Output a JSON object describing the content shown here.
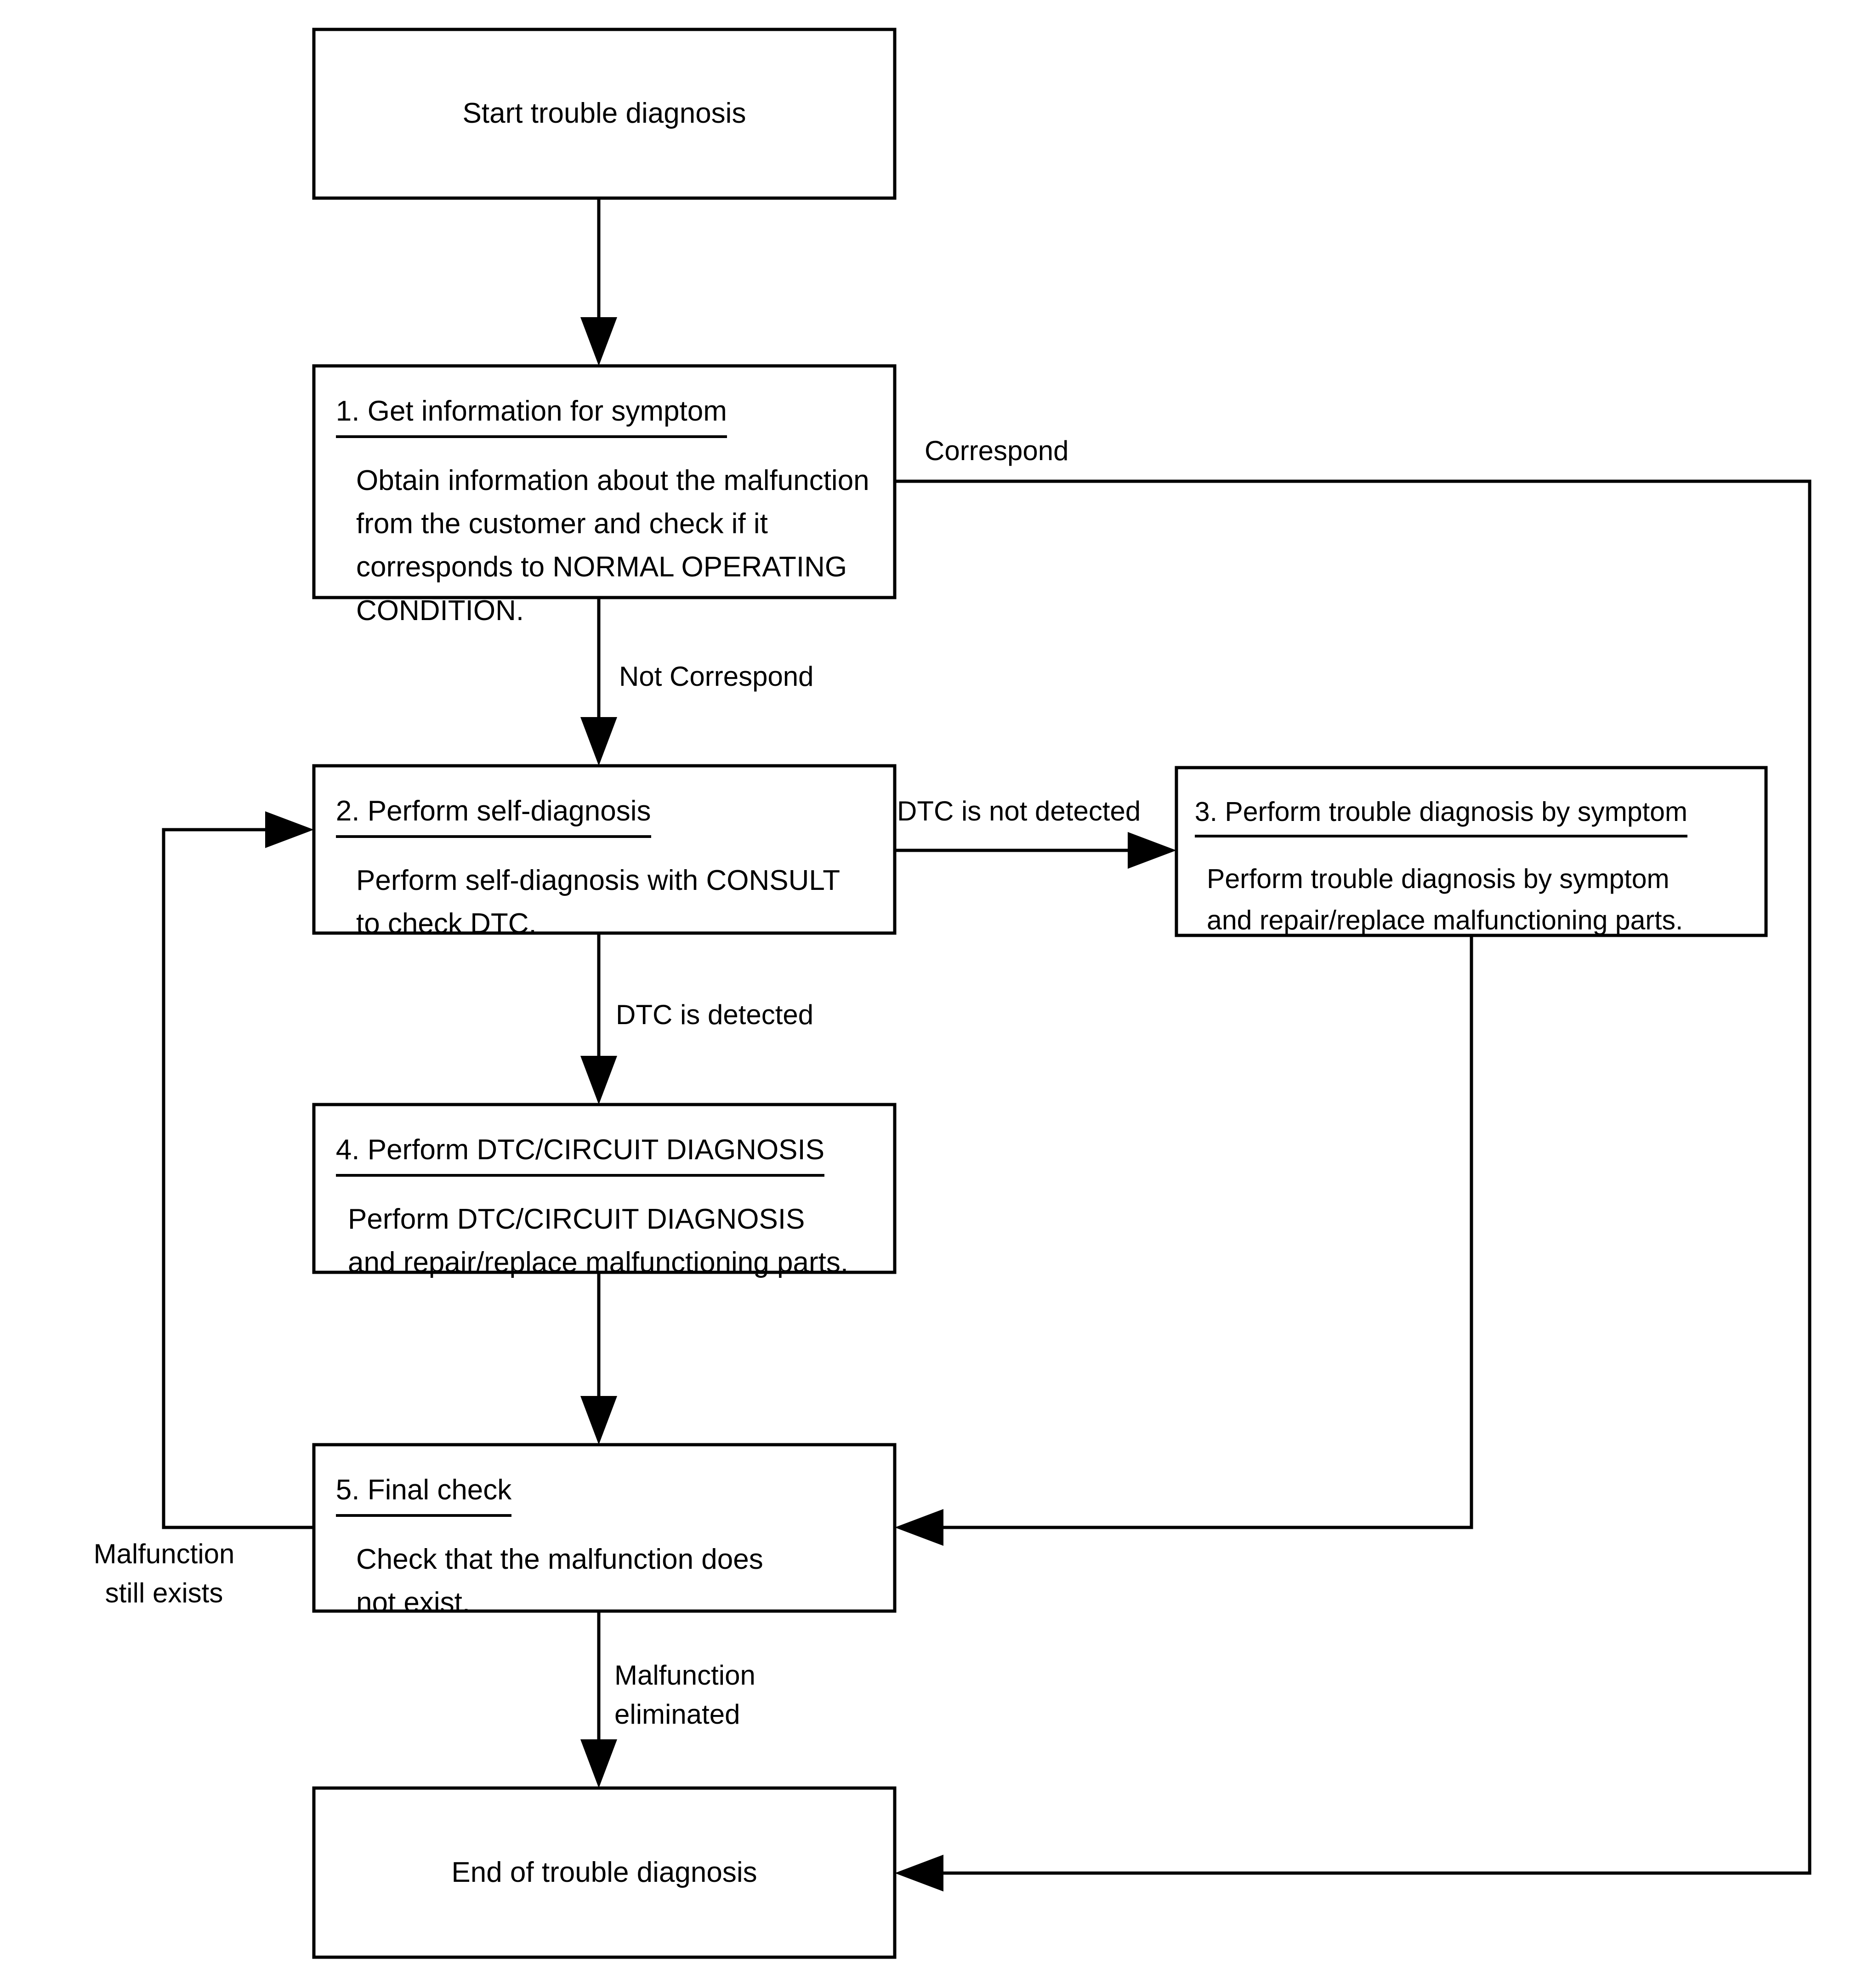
{
  "diagram": {
    "title": "Trouble Diagnosis Flow Chart",
    "stroke_color": "#000000",
    "background_color": "#ffffff",
    "nodes": {
      "start": {
        "label": "Start trouble diagnosis"
      },
      "step1": {
        "title": "1. Get information for symptom",
        "body": "Obtain information about the malfunction\nfrom the customer and check if it\ncorresponds to NORMAL OPERATING\nCONDITION."
      },
      "step2": {
        "title": "2. Perform self-diagnosis",
        "body": "Perform self-diagnosis with CONSULT\nto check DTC."
      },
      "step3": {
        "title": "3. Perform trouble diagnosis by symptom",
        "body": "Perform trouble diagnosis by symptom\nand repair/replace malfunctioning parts."
      },
      "step4": {
        "title": "4. Perform DTC/CIRCUIT DIAGNOSIS",
        "body": "Perform DTC/CIRCUIT DIAGNOSIS\nand repair/replace malfunctioning parts."
      },
      "step5": {
        "title": "5. Final check",
        "body": "Check that the malfunction does\nnot exist."
      },
      "end": {
        "label": "End of trouble diagnosis"
      }
    },
    "edge_labels": {
      "correspond": "Correspond",
      "not_correspond": "Not Correspond",
      "dtc_not_detected": "DTC is not detected",
      "dtc_detected": "DTC is detected",
      "malfunction_still_exists": "Malfunction\nstill exists",
      "malfunction_eliminated": "Malfunction\neliminated"
    }
  }
}
